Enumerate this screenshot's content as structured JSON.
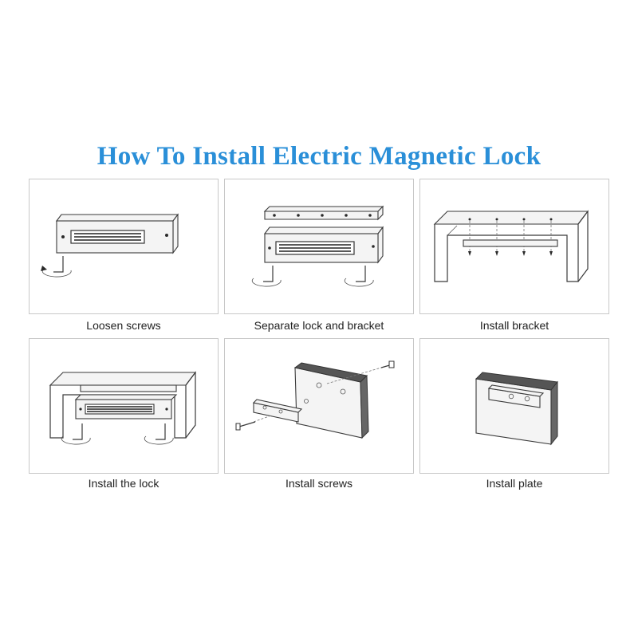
{
  "title": "How To Install Electric Magnetic Lock",
  "title_color": "#2a8fd8",
  "steps": [
    {
      "caption": "Loosen screws",
      "icon": "lock-body-with-hex-key-icon"
    },
    {
      "caption": "Separate lock and bracket",
      "icon": "lock-and-bracket-separated-icon"
    },
    {
      "caption": "Install bracket",
      "icon": "bracket-on-door-frame-icon"
    },
    {
      "caption": "Install the lock",
      "icon": "lock-on-door-frame-icon"
    },
    {
      "caption": "Install screws",
      "icon": "plate-screws-into-door-icon"
    },
    {
      "caption": "Install plate",
      "icon": "plate-mounted-on-door-icon"
    }
  ]
}
